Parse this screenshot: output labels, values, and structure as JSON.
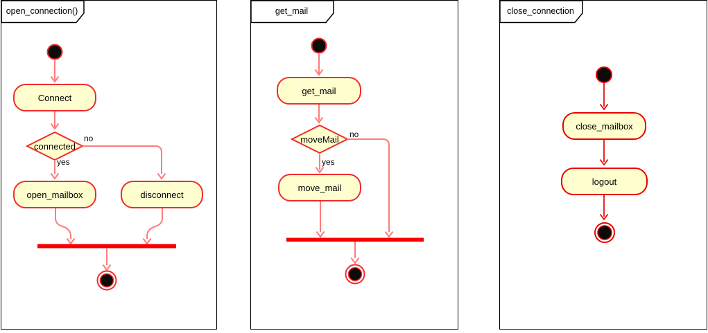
{
  "colors": {
    "activity_fill": "#FEFECE",
    "activity_border": "#F12B2B",
    "arrow_soft": "#FF7B7B",
    "arrow_strong": "#E80000",
    "join_bar": "#F80000",
    "frame_border": "#000000"
  },
  "frames": [
    {
      "title": "open_connection()",
      "activities": {
        "connect": "Connect",
        "open_mailbox": "open_mailbox",
        "disconnect": "disconnect"
      },
      "decision": {
        "label": "connected",
        "guard_yes": "yes",
        "guard_no": "no"
      }
    },
    {
      "title": "get_mail",
      "activities": {
        "get_mail": "get_mail",
        "move_mail": "move_mail"
      },
      "decision": {
        "label": "moveMail",
        "guard_yes": "yes",
        "guard_no": "no"
      }
    },
    {
      "title": "close_connection",
      "activities": {
        "close_mailbox": "close_mailbox",
        "logout": "logout"
      }
    }
  ]
}
